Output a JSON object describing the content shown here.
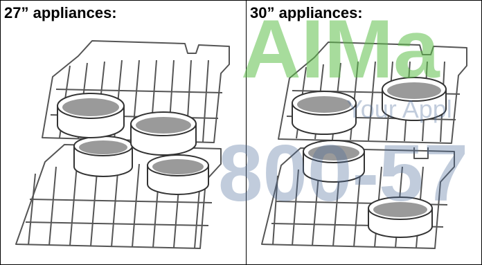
{
  "columns": [
    {
      "id": "27",
      "heading": "27” appliances:"
    },
    {
      "id": "30",
      "heading": "30” appliances:"
    }
  ],
  "watermark": {
    "line1": "AIMa",
    "line2": "Your Appl",
    "line3": "800-57",
    "color_green": "#5fbf4a",
    "color_blue": "#4d6e9c"
  },
  "colors": {
    "rack_stroke": "#555555",
    "pan_stroke": "#333333",
    "pan_fill": "#ffffff",
    "batter": "#9a9a9a"
  }
}
